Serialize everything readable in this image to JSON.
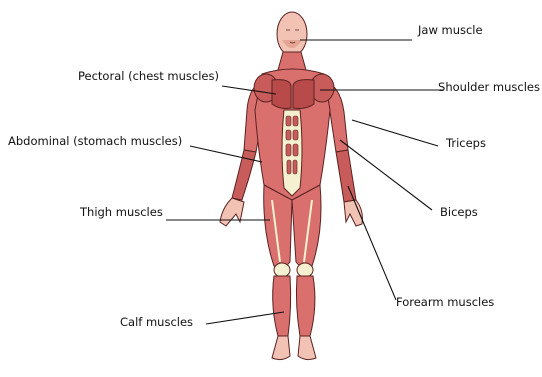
{
  "labels": {
    "jaw": "Jaw muscle",
    "pectoral": "Pectoral (chest muscles)",
    "shoulder": "Shoulder muscles",
    "abdominal": "Abdominal (stomach muscles)",
    "triceps": "Triceps",
    "biceps": "Biceps",
    "thigh": "Thigh muscles",
    "forearm": "Forearm muscles",
    "calf": "Calf muscles"
  },
  "colors": {
    "muscle": "#d9706e",
    "muscle_dark": "#b84a4a",
    "skin": "#f2c2b4",
    "tendon": "#f5f1d0",
    "outline": "#5a2222"
  }
}
